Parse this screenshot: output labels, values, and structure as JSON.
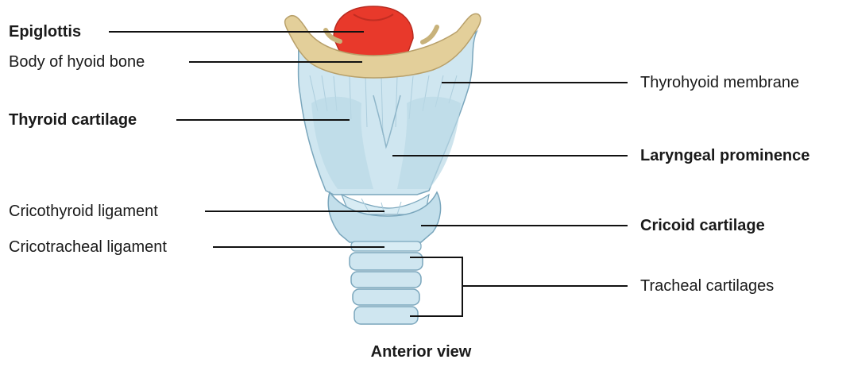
{
  "diagram": {
    "labels_left": {
      "epiglottis": "Epiglottis",
      "body_of_hyoid_bone": "Body of hyoid bone",
      "thyroid_cartilage": "Thyroid cartilage",
      "cricothyroid_ligament": "Cricothyroid ligament",
      "cricotracheal_ligament": "Cricotracheal ligament"
    },
    "labels_right": {
      "thyrohyoid_membrane": "Thyrohyoid membrane",
      "laryngeal_prominence": "Laryngeal prominence",
      "cricoid_cartilage": "Cricoid cartilage",
      "tracheal_cartilages": "Tracheal cartilages"
    },
    "caption": "Anterior view",
    "colors": {
      "epiglottis": "#e8392b",
      "hyoid": "#e3cf9a",
      "cartilage": "#cfe6f0",
      "cartilage_shadow": "#a9cbdb",
      "outline": "#7aa6bc",
      "leader": "#111111"
    }
  }
}
